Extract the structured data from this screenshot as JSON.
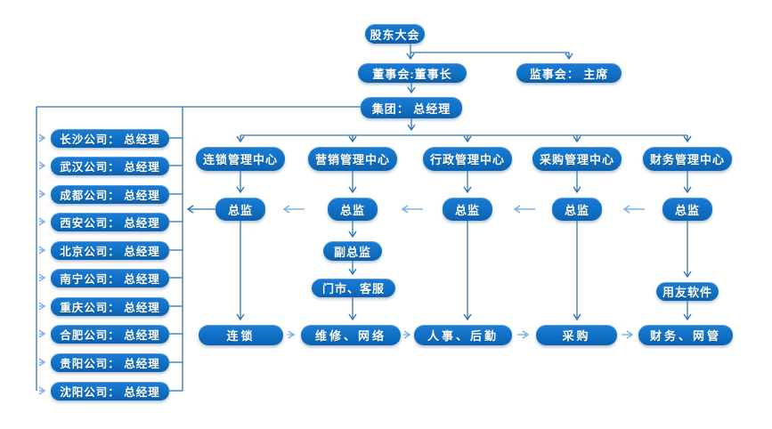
{
  "colors": {
    "box_fill": "#1070C4",
    "line_dark": "#2E75B6",
    "arrow_light": "#7FB2E5",
    "text": "#FFFFFF",
    "background": "#FFFFFF"
  },
  "org": {
    "shareholders": "股东大会",
    "board": "董事会:董事长",
    "supervisory": "监事会： 主席",
    "group": "集团： 总经理",
    "companies": [
      "长沙公司： 总经理",
      "武汉公司： 总经理",
      "成都公司： 总经理",
      "西安公司： 总经理",
      "北京公司： 总经理",
      "南宁公司： 总经理",
      "重庆公司： 总经理",
      "合肥公司： 总经理",
      "贵阳公司： 总经理",
      "沈阳公司： 总经理"
    ],
    "centers": [
      "连锁管理中心",
      "营销管理中心",
      "行政管理中心",
      "采购管理中心",
      "财务管理中心"
    ],
    "director_label": "总监",
    "marketing_branch": {
      "deputy": "副总监",
      "retail_service": "门市、客服"
    },
    "finance_branch": {
      "software": "用友软件"
    },
    "departments": [
      "连锁",
      "维修、网络",
      "人事、后勤",
      "采购",
      "财务、网管"
    ]
  }
}
